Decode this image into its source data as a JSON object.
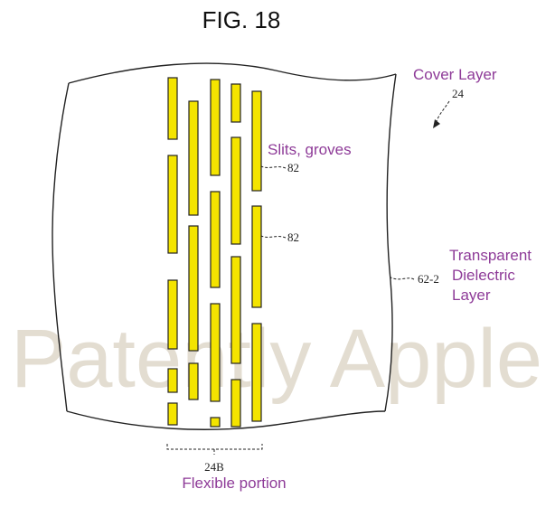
{
  "figure": {
    "title": "FIG. 18",
    "labels": {
      "cover_layer": "Cover Layer",
      "slits_groves": "Slits, groves",
      "transparent_line1": "Transparent",
      "transparent_line2": "Dielectric",
      "transparent_line3": "Layer",
      "flexible_portion": "Flexible portion"
    },
    "refs": {
      "cover": "24",
      "slits_a": "82",
      "slits_b": "82",
      "dielectric": "62-2",
      "portion": "24B"
    },
    "watermark": "Patently Apple",
    "colors": {
      "label_purple": "#8e3b98",
      "slit_fill": "#f4e400",
      "outline": "#222222",
      "watermark": "#d9d2c2"
    }
  }
}
